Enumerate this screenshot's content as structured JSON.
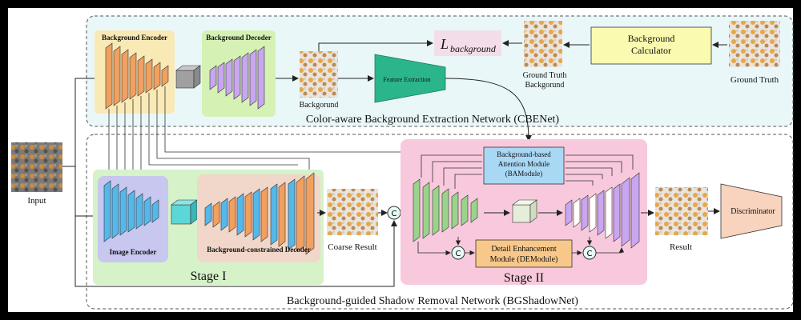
{
  "labels": {
    "input": "Input",
    "background_encoder": "Background Encoder",
    "background_decoder": "Background Decoder",
    "backgorund": "Backgorund",
    "feature_extraction": "Feature Extraction",
    "l_background_main": "L",
    "l_background_sub": "background",
    "ground_truth_background_1": "Ground Truth",
    "ground_truth_background_2": "Backgorund",
    "background_calculator_1": "Background",
    "background_calculator_2": "Calculator",
    "ground_truth": "Ground Truth",
    "cbenet_title": "Color-aware Background Extraction Network (CBENet)",
    "image_encoder": "Image Encoder",
    "bg_constrained_decoder": "Background-constrained Decoder",
    "stage1": "Stage I",
    "coarse_result": "Coarse Result",
    "bamodule_1": "Background-based",
    "bamodule_2": "Attention Module",
    "bamodule_3": "(BAModule)",
    "demodule_1": "Detail Enhancement",
    "demodule_2": "Module (DEModule)",
    "stage2": "Stage II",
    "result": "Result",
    "discriminator": "Discriminator",
    "bgshadownet_title": "Background-guided Shadow Removal Network (BGShadowNet)",
    "concat_symbol": "C"
  },
  "colors": {
    "cbenet_bg": "#eaf7f9",
    "stage1_bg": "#d5f2c8",
    "stage2_bg": "#f8c9dd",
    "encoder_orange": "#f0a060",
    "decoder_purple": "#c9a6f0",
    "image_encoder_blue": "#55b8ea",
    "green_block": "#9ad48a",
    "feature_teal": "#2bb58a",
    "calculator_yellow": "#fafab0",
    "bamodule_blue": "#a9d8f5",
    "demodule_orange": "#f8c88a",
    "loss_pink": "#f3dde8"
  }
}
